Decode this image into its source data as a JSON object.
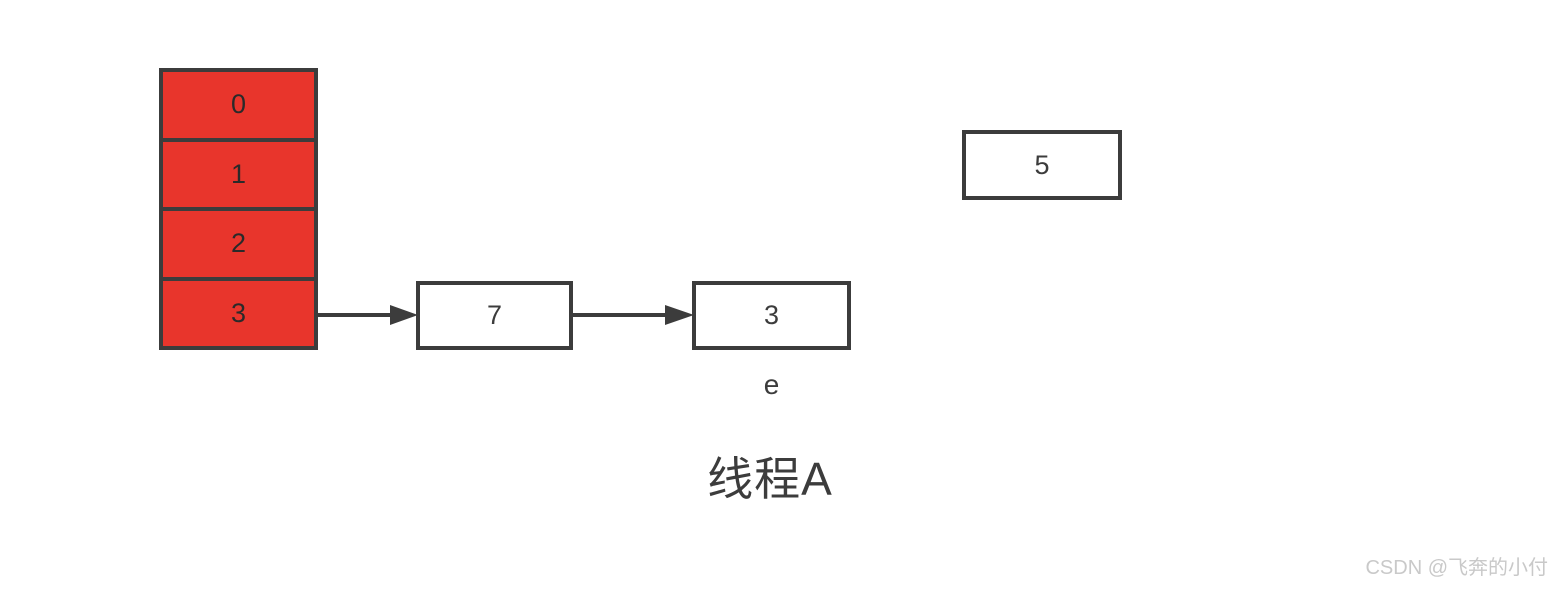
{
  "diagram": {
    "title": "线程A",
    "colors": {
      "array_fill": "#e8352c",
      "stroke": "#3c3c3c",
      "box_fill": "#ffffff",
      "background": "#ffffff",
      "watermark": "#c9c9c9"
    },
    "array": {
      "name": "bucket-array",
      "cells": [
        {
          "index": "0",
          "label": "0"
        },
        {
          "index": "1",
          "label": "1"
        },
        {
          "index": "2",
          "label": "2"
        },
        {
          "index": "3",
          "label": "3"
        }
      ]
    },
    "chain": {
      "nodes": [
        {
          "id": "node-7",
          "label": "7",
          "caption": ""
        },
        {
          "id": "node-3",
          "label": "3",
          "caption": "e"
        }
      ],
      "arrows": [
        {
          "id": "arrow-bucket-to-node7",
          "from": "bucket-3",
          "to": "node-7"
        },
        {
          "id": "arrow-node7-to-node3",
          "from": "node-7",
          "to": "node-3"
        }
      ]
    },
    "detached": {
      "id": "node-5",
      "label": "5"
    },
    "caption_e": "e",
    "thread_label": "线程A",
    "watermark": "CSDN @飞奔的小付"
  }
}
